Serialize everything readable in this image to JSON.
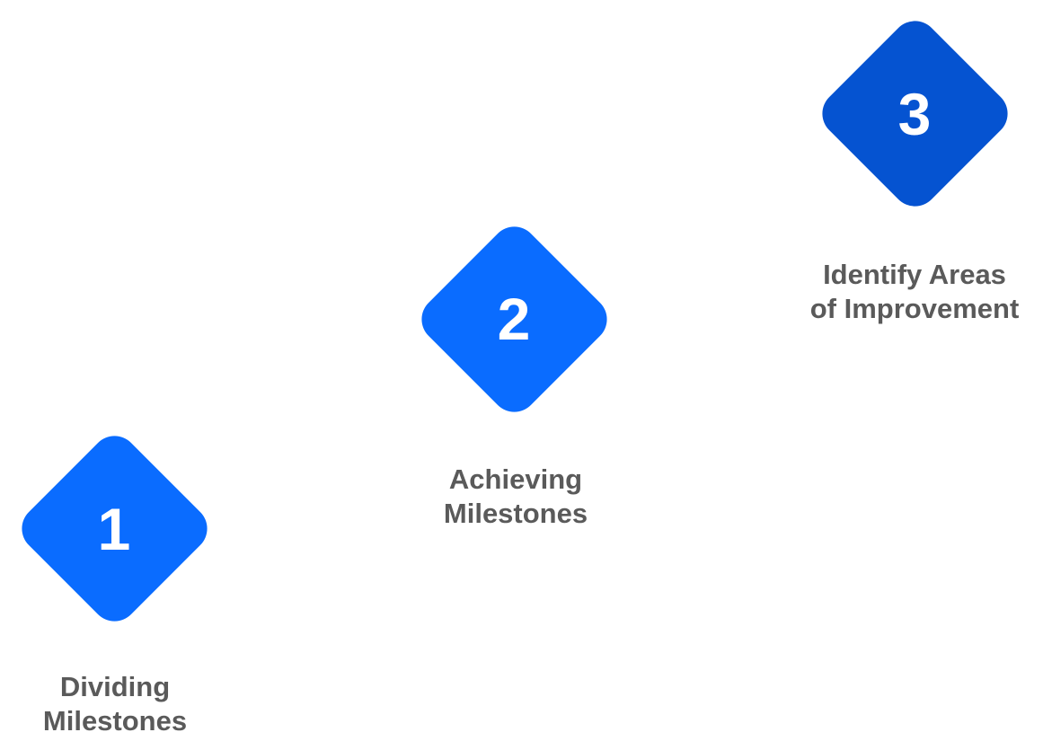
{
  "steps": [
    {
      "number": "1",
      "label_line1": "Dividing",
      "label_line2": "Milestones",
      "color": "#0a6cff"
    },
    {
      "number": "2",
      "label_line1": "Achieving",
      "label_line2": "Milestones",
      "color": "#0a6cff"
    },
    {
      "number": "3",
      "label_line1": "Identify Areas",
      "label_line2": "of Improvement",
      "color": "#0553d1"
    }
  ]
}
